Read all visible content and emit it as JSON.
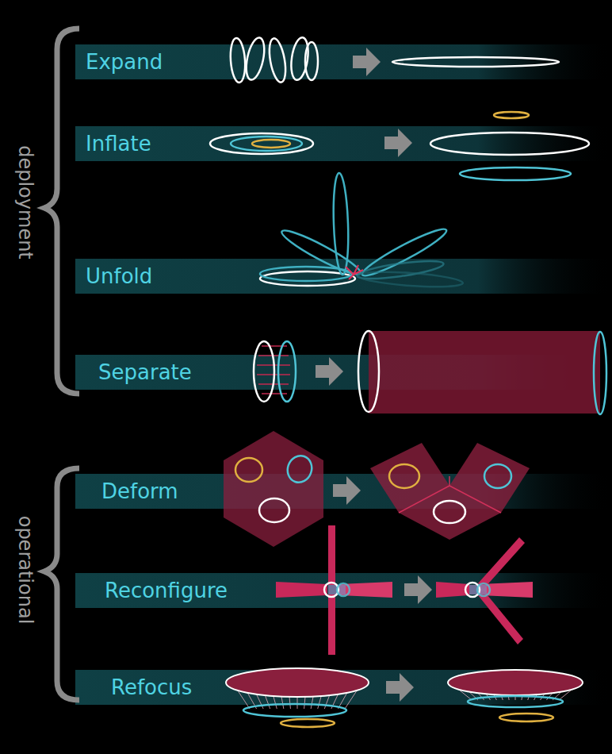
{
  "diagram": {
    "nodes": [
      {
        "text": [
          "Expand"
        ]
      },
      {
        "text": [
          "Inflate"
        ]
      },
      {
        "text": [
          "Unfold"
        ]
      },
      {
        "text": [
          "Separate"
        ]
      },
      {
        "text": [
          "Deform"
        ]
      },
      {
        "text": [
          "Reconfigure"
        ]
      },
      {
        "text": [
          "Refocus"
        ]
      }
    ],
    "labels": [
      "deployment",
      "operational"
    ]
  }
}
